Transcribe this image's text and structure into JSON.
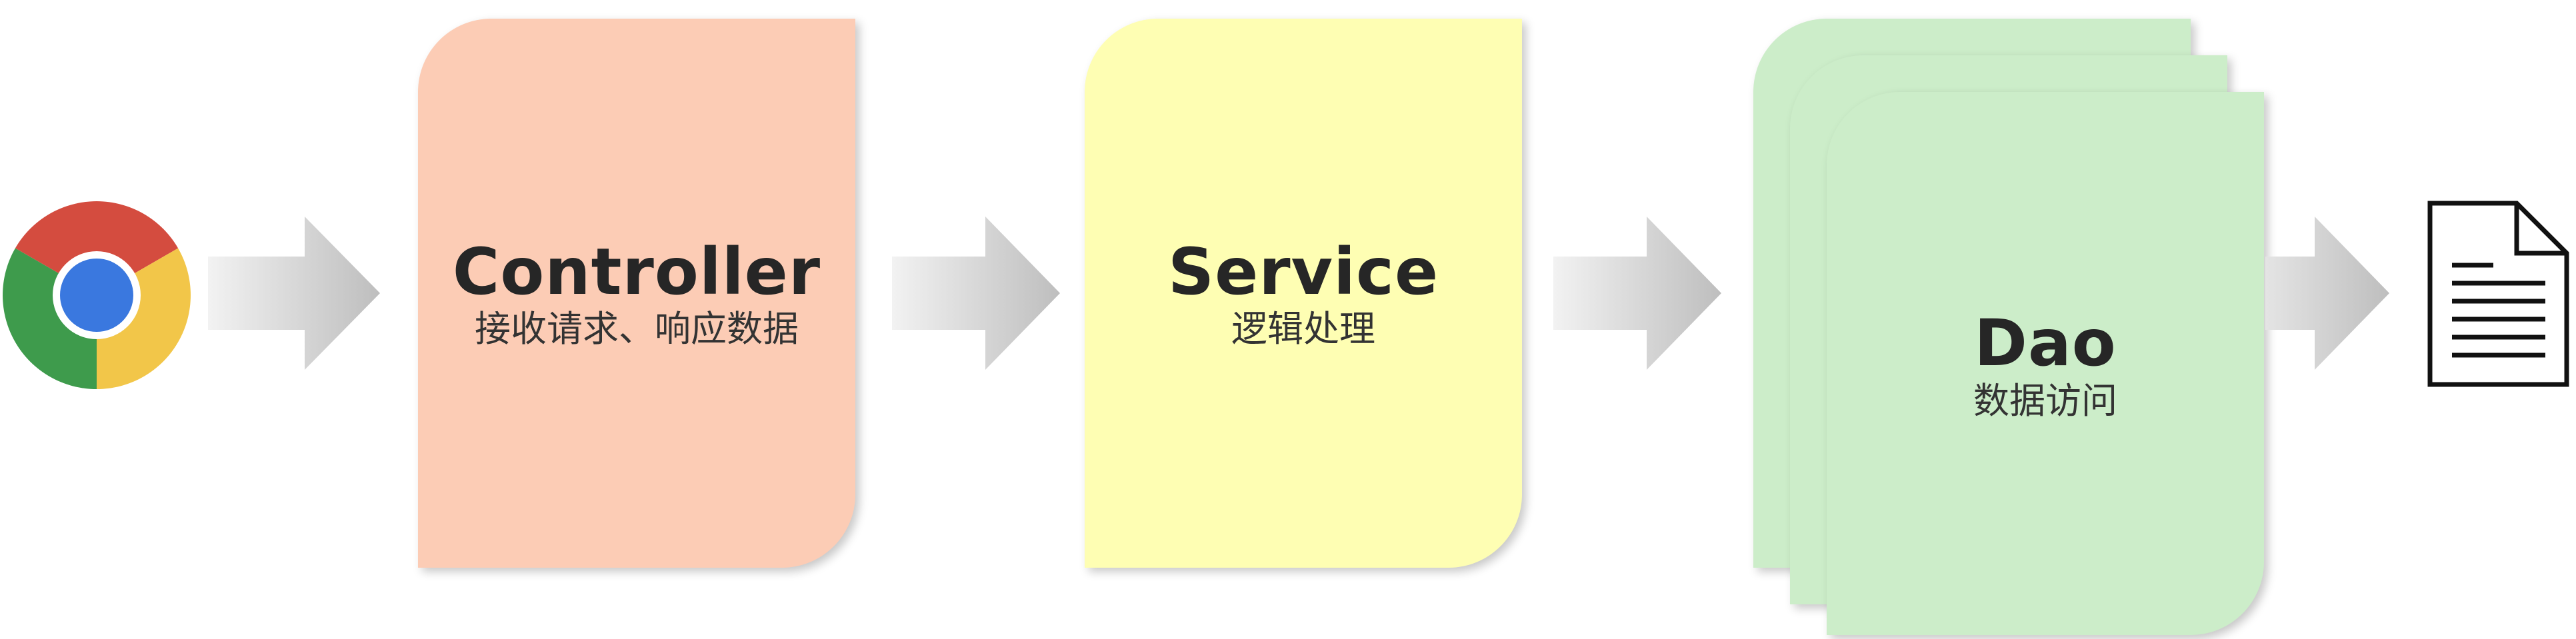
{
  "diagram": {
    "browser": {
      "icon": "chrome-browser-icon"
    },
    "layers": [
      {
        "title": "Controller",
        "subtitle": "接收请求、响应数据",
        "color": "#FCCCB5"
      },
      {
        "title": "Service",
        "subtitle": "逻辑处理",
        "color": "#FEFEB3"
      },
      {
        "title": "Dao",
        "subtitle": "数据访问",
        "color": "#CCEDC9"
      }
    ],
    "target": {
      "icon": "document-file-icon"
    },
    "arrow_color": "#C8C8C8"
  }
}
